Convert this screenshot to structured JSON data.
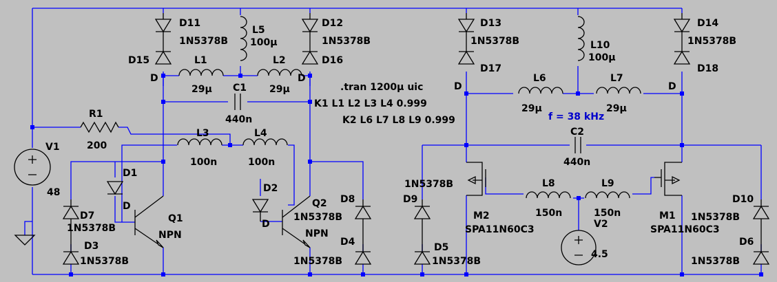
{
  "colors": {
    "background": "#c0c0c0",
    "wire": "#0000ff",
    "component": "#000000",
    "annotation": "#0000cc"
  },
  "directives": {
    "tran": ".tran 1200µ uic",
    "k1": "K1 L1 L2 L3 L4 0.999",
    "k2": "K2 L6 L7 L8 L9 0.999"
  },
  "annotation": {
    "freq": "f = 38 kHz"
  },
  "sources": {
    "V1": {
      "name": "V1",
      "value": "48"
    },
    "V2": {
      "name": "V2",
      "value": "4.5"
    }
  },
  "resistors": {
    "R1": {
      "name": "R1",
      "value": "200"
    }
  },
  "capacitors": {
    "C1": {
      "name": "C1",
      "value": "440n"
    },
    "C2": {
      "name": "C2",
      "value": "440n"
    }
  },
  "inductors": {
    "L1": {
      "name": "L1",
      "value": "29µ"
    },
    "L2": {
      "name": "L2",
      "value": "29µ"
    },
    "L3": {
      "name": "L3",
      "value": "100n"
    },
    "L4": {
      "name": "L4",
      "value": "100n"
    },
    "L5": {
      "name": "L5",
      "value": "100µ"
    },
    "L6": {
      "name": "L6",
      "value": "29µ"
    },
    "L7": {
      "name": "L7",
      "value": "29µ"
    },
    "L8": {
      "name": "L8",
      "value": "150n"
    },
    "L9": {
      "name": "L9",
      "value": "150n"
    },
    "L10": {
      "name": "L10",
      "value": "100µ"
    }
  },
  "diodes": {
    "D1": {
      "name": "D1",
      "value": ""
    },
    "D2": {
      "name": "D2",
      "value": ""
    },
    "D3": {
      "name": "D3",
      "value": "1N5378B"
    },
    "D4": {
      "name": "D4",
      "value": "1N5378B"
    },
    "D5": {
      "name": "D5",
      "value": "1N5378B"
    },
    "D6": {
      "name": "D6",
      "value": "1N5378B"
    },
    "D7": {
      "name": "D7",
      "value": "1N5378B"
    },
    "D8": {
      "name": "D8",
      "value": "1N5378B"
    },
    "D9": {
      "name": "D9",
      "value": "1N5378B"
    },
    "D10": {
      "name": "D10",
      "value": "1N5378B"
    },
    "D11": {
      "name": "D11",
      "value": "1N5378B"
    },
    "D12": {
      "name": "D12",
      "value": "1N5378B"
    },
    "D13": {
      "name": "D13",
      "value": "1N5378B"
    },
    "D14": {
      "name": "D14",
      "value": "1N5378B"
    },
    "D15": {
      "name": "D15",
      "value": ""
    },
    "D16": {
      "name": "D16",
      "value": ""
    },
    "D17": {
      "name": "D17",
      "value": ""
    },
    "D18": {
      "name": "D18",
      "value": ""
    }
  },
  "transistors": {
    "Q1": {
      "name": "Q1",
      "value": "NPN"
    },
    "Q2": {
      "name": "Q2",
      "value": "NPN"
    },
    "M1": {
      "name": "M1",
      "value": "SPA11N60C3"
    },
    "M2": {
      "name": "M2",
      "value": "SPA11N60C3"
    }
  },
  "net_labels": {
    "d": "D"
  }
}
